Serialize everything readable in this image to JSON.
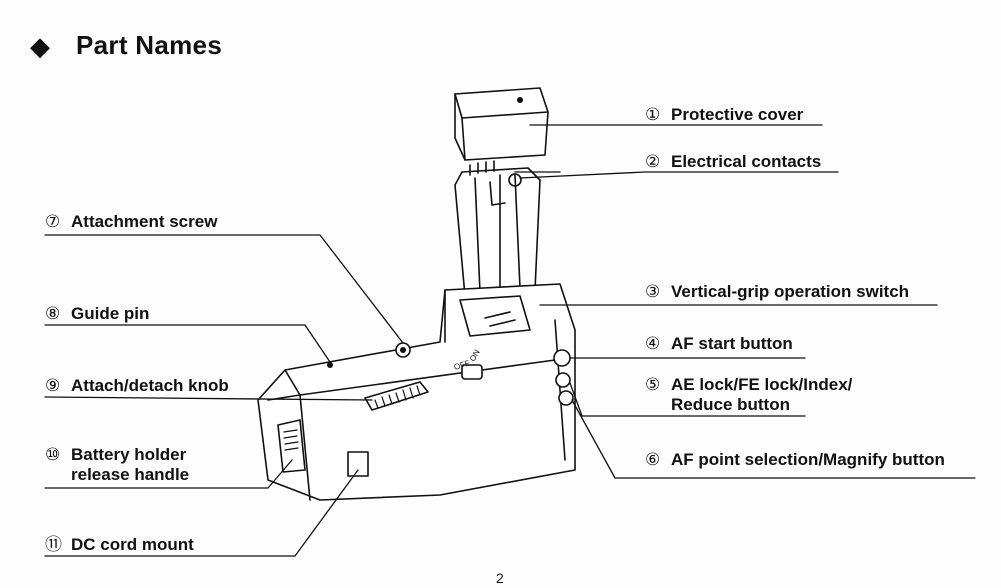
{
  "header": {
    "bullet": "◆",
    "title": "Part Names"
  },
  "parts": [
    {
      "num": "①",
      "label": "Protective cover"
    },
    {
      "num": "②",
      "label": "Electrical contacts"
    },
    {
      "num": "③",
      "label": "Vertical-grip operation switch"
    },
    {
      "num": "④",
      "label": "AF start button"
    },
    {
      "num": "⑤",
      "label": "AE lock/FE lock/Index/\nReduce button"
    },
    {
      "num": "⑥",
      "label": "AF point selection/Magnify button"
    },
    {
      "num": "⑦",
      "label": "Attachment screw"
    },
    {
      "num": "⑧",
      "label": "Guide pin"
    },
    {
      "num": "⑨",
      "label": "Attach/detach knob"
    },
    {
      "num": "⑩",
      "label": "Battery holder\nrelease handle"
    },
    {
      "num": "⑪",
      "label": "DC cord mount"
    }
  ],
  "device": {
    "switch_off": "OFF",
    "switch_on": "ON"
  },
  "page_number": "2"
}
